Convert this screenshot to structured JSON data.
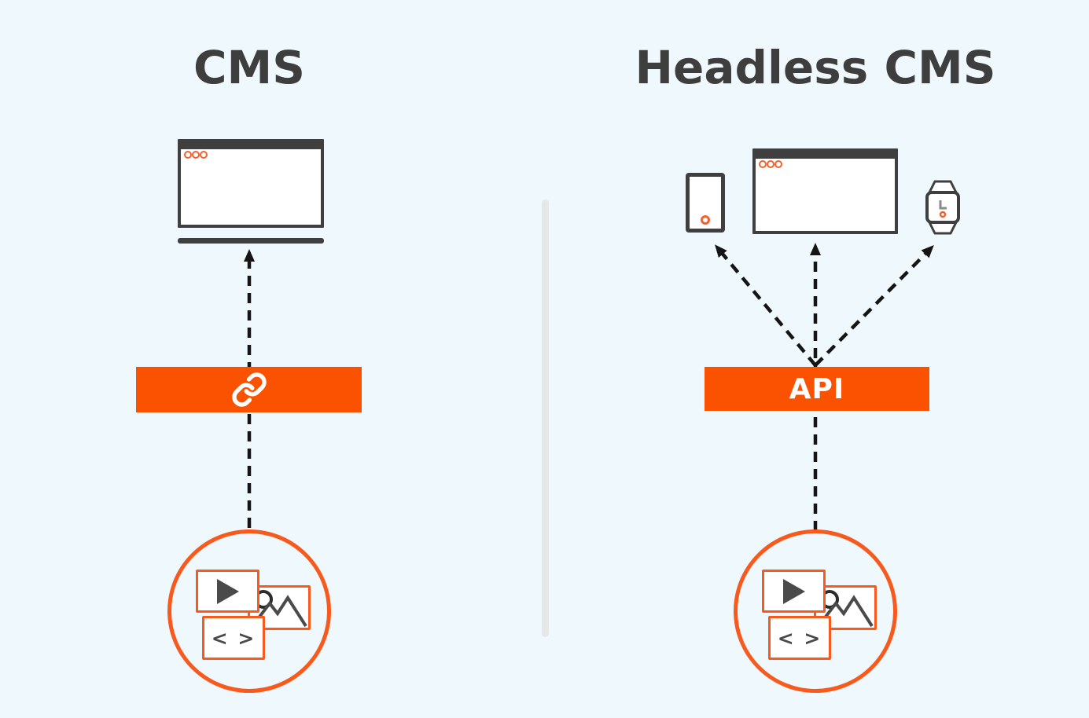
{
  "colors": {
    "background": "#eff8fc",
    "accent_orange": "#fa5200",
    "outline_orange": "#f8591c",
    "dot_orange": "#f2622e",
    "dark_gray": "#3f3f3f",
    "title_gray": "#3e3e3e",
    "arrow_black": "#151515",
    "divider_gray": "#e7e7e7"
  },
  "left_panel": {
    "title": "CMS",
    "device_icons": [
      "desktop-browser-icon"
    ],
    "connector": {
      "icon": "link-icon",
      "label": ""
    },
    "content_circle": {
      "icons": [
        "play-icon",
        "image-icon",
        "code-icon"
      ],
      "code_glyph": "< >"
    }
  },
  "right_panel": {
    "title": "Headless CMS",
    "device_icons": [
      "smartphone-icon",
      "desktop-browser-icon",
      "smartwatch-icon"
    ],
    "connector": {
      "icon": "",
      "label": "API"
    },
    "content_circle": {
      "icons": [
        "play-icon",
        "image-icon",
        "code-icon"
      ],
      "code_glyph": "< >"
    }
  }
}
